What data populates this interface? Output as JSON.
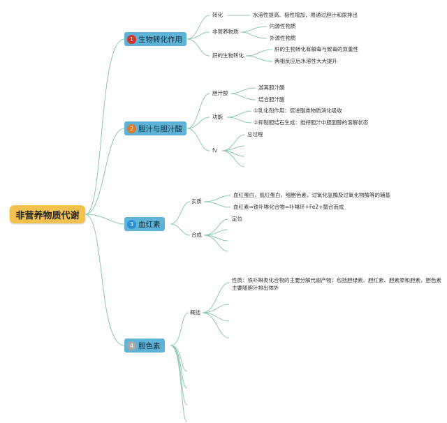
{
  "root": {
    "title": "非营养物质代谢"
  },
  "branches": [
    {
      "num": "1",
      "badge_color": "#d9342b",
      "title": "生物转化作用",
      "children": [
        {
          "label": "转化",
          "leaves": [
            "水溶性提高、极性增加，易通过胆汁和尿排出"
          ]
        },
        {
          "label": "非营养物质",
          "leaves": [
            "内源性物质",
            "外源性物质"
          ]
        },
        {
          "label": "肝的生物转化",
          "leaves": [
            "肝的生物转化有解毒与致毒的双重性",
            "两相反应后水溶性大大提升"
          ]
        }
      ]
    },
    {
      "num": "2",
      "badge_color": "#e07b2a",
      "title": "胆汁与胆汁酸",
      "children": [
        {
          "label": "胆汁酸",
          "leaves": [
            "游离胆汁酸",
            "结合胆汁酸"
          ]
        },
        {
          "label": "功能",
          "leaves": [
            "①乳化剂作用：促进脂类物质消化吸收",
            "②抑制胆结石生成：维持胆汁中胆固醇的溶解状态"
          ]
        },
        {
          "label": "fv",
          "leaves": [
            "总过程"
          ]
        }
      ]
    },
    {
      "num": "3",
      "badge_color": "#2d8fd6",
      "title": "血红素",
      "children": [
        {
          "label": "实质",
          "leaves": [
            "血红蛋白，肌红蛋白，细胞色素，过氧化氢酶及过氧化物酶等的辅基",
            "血红素=铁卟啉化合物=卟啉环+Fe2+螯合而成"
          ]
        },
        {
          "label": "合成",
          "leaves": [
            "定位"
          ]
        }
      ]
    },
    {
      "num": "4",
      "badge_color": "#a8a8a8",
      "title": "胆色素",
      "children": [
        {
          "label": "概括",
          "leaves": [
            "性质：铁卟啉类化合物的主要分解代谢产物：包括胆绿素、胆红素、胆素原和胆素，胆色素主要随胆汁排出体外"
          ]
        }
      ]
    }
  ]
}
